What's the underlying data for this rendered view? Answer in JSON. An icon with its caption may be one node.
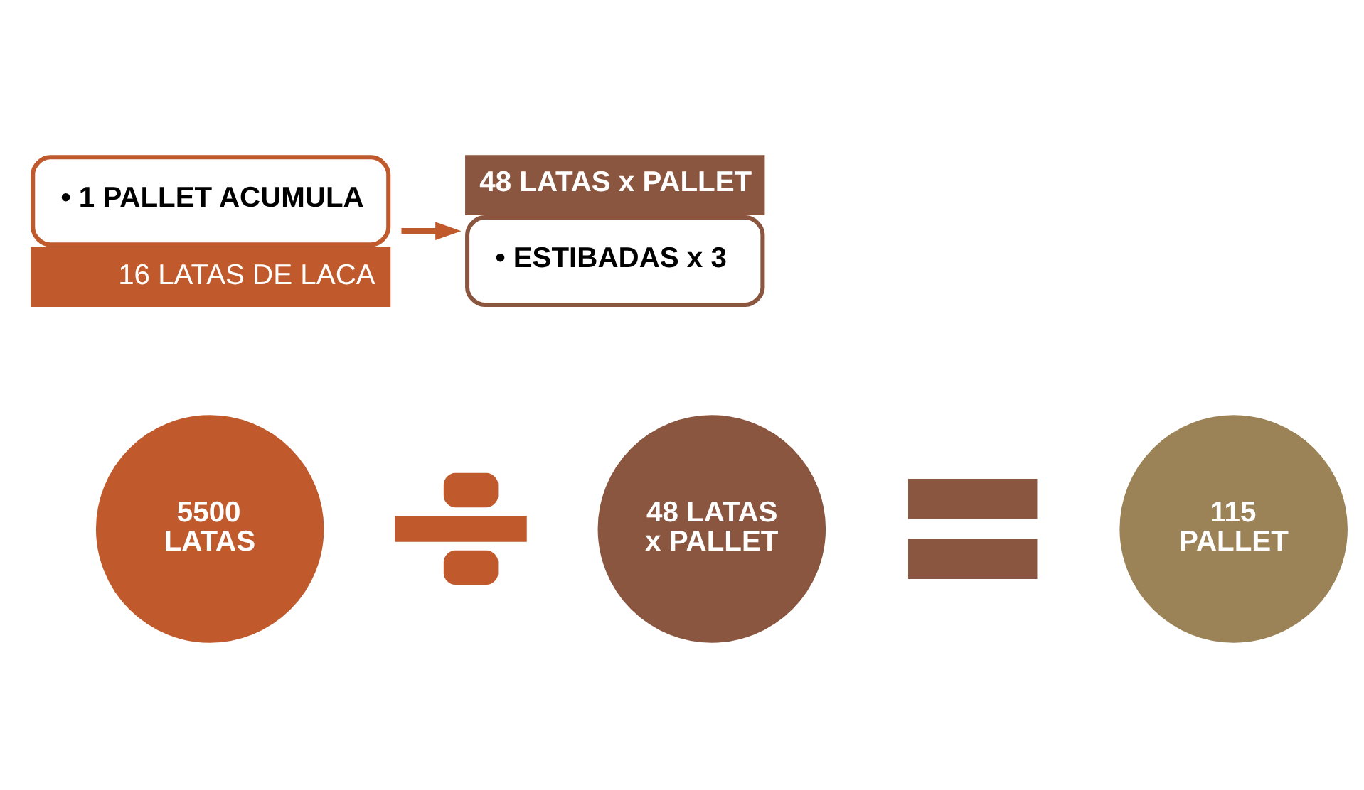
{
  "diagram": {
    "nodes": [
      {
        "text": [
          "• 1 PALLET ACUMULA",
          "16 LATAS DE LACA"
        ]
      },
      {
        "text": [
          "48 LATAS x PALLET",
          "• ESTIBADAS x 3"
        ]
      },
      {
        "text": [
          "5500 LATAS"
        ]
      },
      {
        "text": [],
        "shape": "division"
      },
      {
        "text": [
          "48 LATAS x PALLET"
        ]
      },
      {
        "text": [],
        "shape": "equals"
      },
      {
        "text": [
          "115 PALLET"
        ]
      }
    ],
    "edges": [
      {
        "from": 0,
        "to": 1,
        "arrow": "to"
      }
    ]
  }
}
